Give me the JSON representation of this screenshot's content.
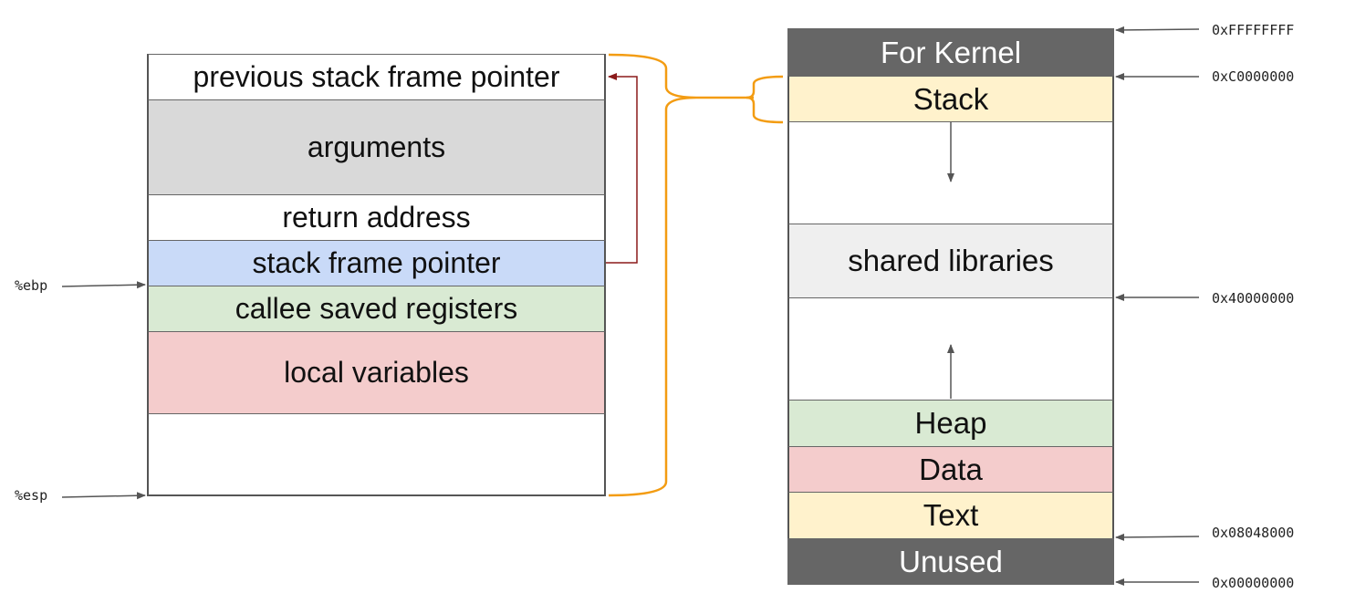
{
  "stack_frame": {
    "rows": [
      "previous stack frame pointer",
      "arguments",
      "return address",
      "stack frame pointer",
      "callee saved registers",
      "local variables",
      ""
    ],
    "registers": {
      "ebp": "%ebp",
      "esp": "%esp"
    }
  },
  "memory_map": {
    "segments": [
      "For Kernel",
      "Stack",
      "",
      "shared libraries",
      "",
      "Heap",
      "Data",
      "Text",
      "Unused"
    ],
    "addresses": [
      "0xFFFFFFFF",
      "0xC0000000",
      "0x40000000",
      "0x08048000",
      "0x00000000"
    ]
  },
  "colors": {
    "gray": "#d9d9d9",
    "light_gray": "#efefef",
    "blue": "#c9daf8",
    "green": "#d9ead3",
    "red": "#f4cccc",
    "yellow": "#fff2cc",
    "dark": "#666666",
    "orange": "#f39c12",
    "dark_red": "#8b1a1a"
  }
}
